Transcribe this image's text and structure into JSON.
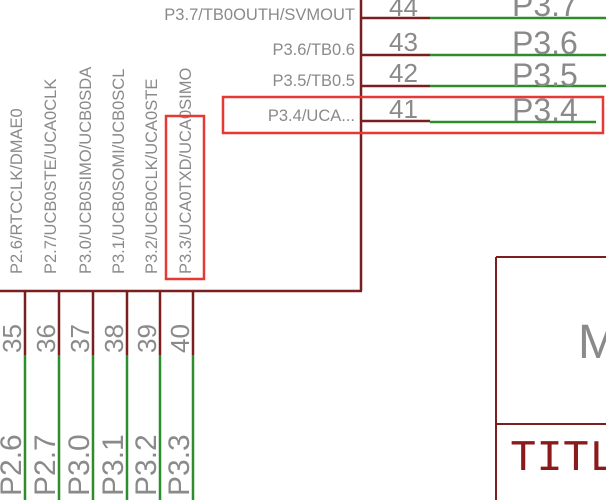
{
  "colors": {
    "body_outline": "#7a1f1f",
    "net_wire": "#2e8b2e",
    "highlight": "#e53935",
    "label_text": "#8a8a8a",
    "title_text": "#8b1a1a"
  },
  "right_pins": [
    {
      "name": "P3.7/TB0OUTH/SVMOUT",
      "number": "44",
      "net": "P3.7"
    },
    {
      "name": "P3.6/TB0.6",
      "number": "43",
      "net": "P3.6"
    },
    {
      "name": "P3.5/TB0.5",
      "number": "42",
      "net": "P3.5"
    },
    {
      "name": "P3.4/UCA...",
      "number": "41",
      "net": "P3.4"
    }
  ],
  "bottom_pins": [
    {
      "name": "P2.6/RTCCLK/DMAE0",
      "number": "35",
      "net": "P2.6"
    },
    {
      "name": "P2.7/UCB0STE/UCA0CLK",
      "number": "36",
      "net": "P2.7"
    },
    {
      "name": "P3.0/UCB0SIMO/UCB0SDA",
      "number": "37",
      "net": "P3.0"
    },
    {
      "name": "P3.1/UCB0SOMI/UCB0SCL",
      "number": "38",
      "net": "P3.1"
    },
    {
      "name": "P3.2/UCB0CLK/UCA0STE",
      "number": "39",
      "net": "P3.2"
    },
    {
      "name": "P3.3/UCA0TXD/UCA0SIMO",
      "number": "40",
      "net": "P3.3"
    }
  ],
  "title_block": {
    "partial_letter": "M",
    "title_label": "TITL"
  }
}
